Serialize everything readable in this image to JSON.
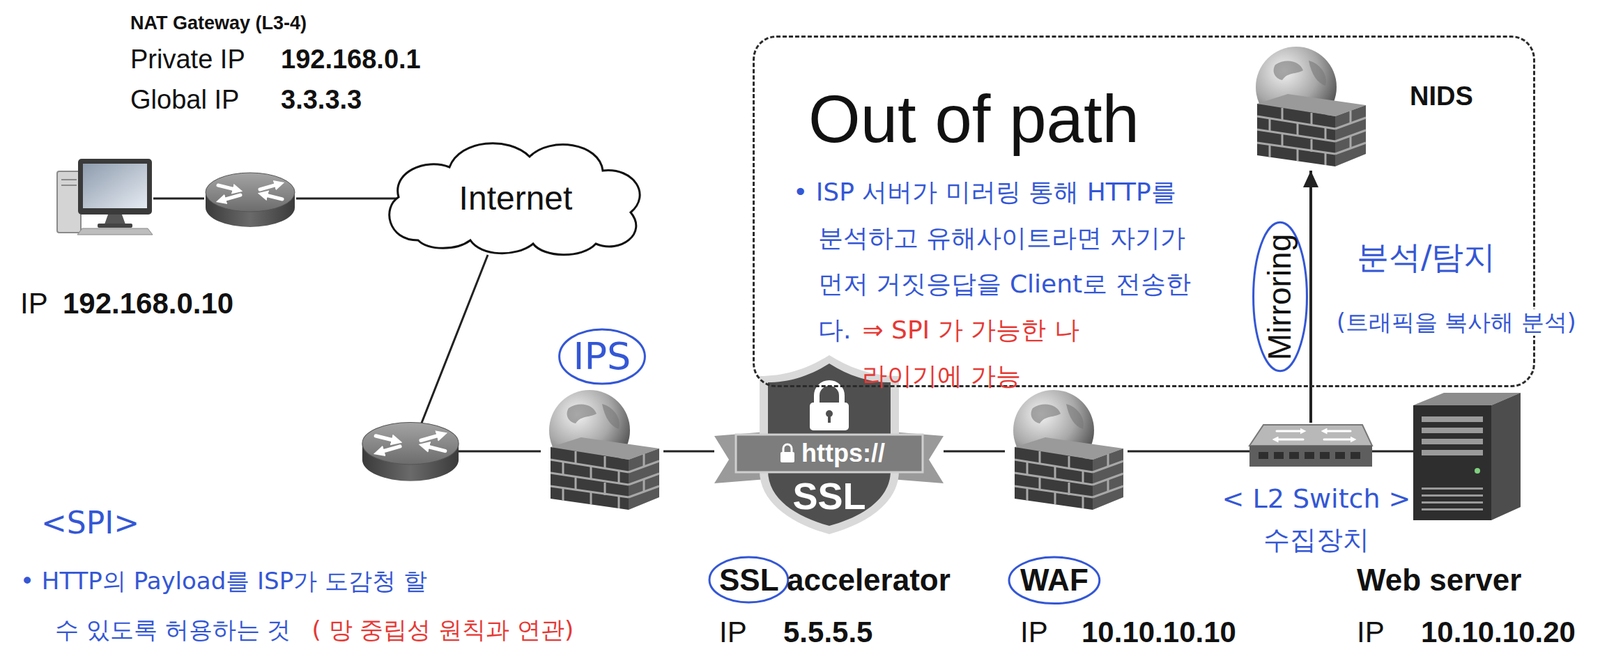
{
  "diagram": {
    "nodes": [
      {
        "text": [
          "IP",
          "192.168.0.10"
        ]
      },
      {
        "text": [
          "NAT Gateway (L3-4)",
          "Private IP",
          "192.168.0.1",
          "Global IP",
          "3.3.3.3"
        ]
      },
      {
        "text": [
          "Internet"
        ]
      },
      {
        "text": [
          "IPS"
        ]
      },
      {
        "text": [
          "https://",
          "SSL",
          "SSL accelerator",
          "IP",
          "5.5.5.5"
        ]
      },
      {
        "text": [
          "WAF",
          "IP",
          "10.10.10.10"
        ]
      },
      {
        "text": [
          "Out of path",
          "• ISP 서버가 미러링 통해 HTTP를 분석하고 유해사이트라면 자기가 먼저 거짓응답을 Client로 전송한다.",
          "⇒ SPI 가 가능한 나라이기에 가능"
        ]
      },
      {
        "text": [
          "NIDS"
        ],
        "in": 6
      },
      {
        "text": [
          "< L2 Switch >",
          "수집장치"
        ]
      },
      {
        "text": [
          "Web server",
          "IP",
          "10.10.10.20"
        ]
      }
    ],
    "edges": [
      {
        "from": 0,
        "to": 1,
        "arrow": "none"
      },
      {
        "from": 1,
        "to": 2,
        "arrow": "none"
      },
      {
        "from": 2,
        "to": 3,
        "arrow": "none"
      },
      {
        "from": 3,
        "to": 4,
        "arrow": "none"
      },
      {
        "from": 4,
        "to": 5,
        "arrow": "none"
      },
      {
        "from": 5,
        "to": 8,
        "arrow": "none"
      },
      {
        "from": 8,
        "to": 9,
        "arrow": "none"
      },
      {
        "from": 8,
        "to": 7,
        "label": "Mirroring",
        "arrow": "to"
      }
    ],
    "labels": [
      "분석/탐지",
      "(트래픽을 복사해 분석)",
      "<SPI>",
      "• HTTP의 Payload를 ISP가 도감청 할 수 있도록 허용하는 것",
      "( 망 중립성 원칙과 연관)"
    ]
  }
}
